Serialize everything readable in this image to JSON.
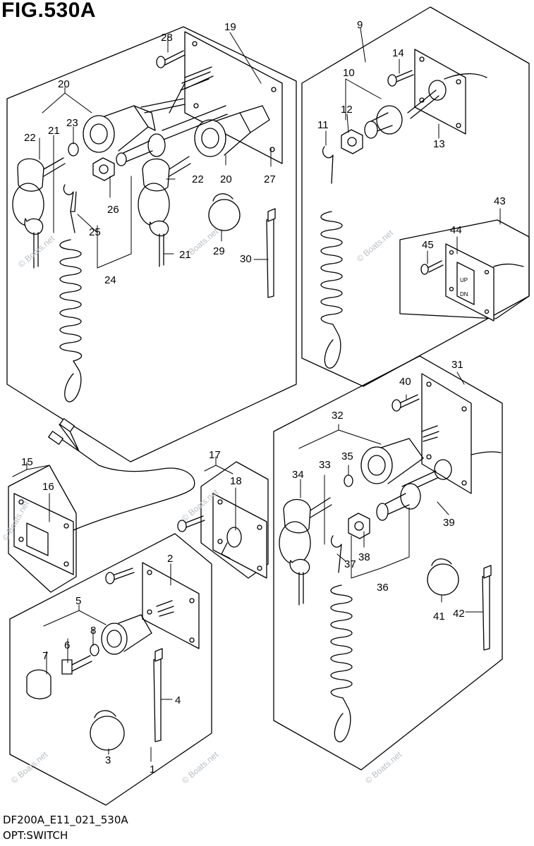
{
  "figure": {
    "title": "FIG.530A",
    "code": "DF200A_E11_021_530A",
    "name": "OPT:SWITCH"
  },
  "watermark": "© Boats.net",
  "callouts": [
    {
      "num": "1"
    },
    {
      "num": "2"
    },
    {
      "num": "3"
    },
    {
      "num": "4"
    },
    {
      "num": "5"
    },
    {
      "num": "6"
    },
    {
      "num": "7"
    },
    {
      "num": "8"
    },
    {
      "num": "9"
    },
    {
      "num": "10"
    },
    {
      "num": "11"
    },
    {
      "num": "12"
    },
    {
      "num": "13"
    },
    {
      "num": "14"
    },
    {
      "num": "15"
    },
    {
      "num": "16"
    },
    {
      "num": "17"
    },
    {
      "num": "18"
    },
    {
      "num": "19"
    },
    {
      "num": "20"
    },
    {
      "num": "20"
    },
    {
      "num": "21"
    },
    {
      "num": "21"
    },
    {
      "num": "22"
    },
    {
      "num": "22"
    },
    {
      "num": "23"
    },
    {
      "num": "24"
    },
    {
      "num": "25"
    },
    {
      "num": "26"
    },
    {
      "num": "27"
    },
    {
      "num": "28"
    },
    {
      "num": "29"
    },
    {
      "num": "30"
    },
    {
      "num": "31"
    },
    {
      "num": "32"
    },
    {
      "num": "33"
    },
    {
      "num": "34"
    },
    {
      "num": "35"
    },
    {
      "num": "36"
    },
    {
      "num": "37"
    },
    {
      "num": "38"
    },
    {
      "num": "39"
    },
    {
      "num": "40"
    },
    {
      "num": "41"
    },
    {
      "num": "42"
    },
    {
      "num": "43"
    },
    {
      "num": "44"
    },
    {
      "num": "45"
    }
  ],
  "switch_faces": {
    "up": "UP",
    "dn": "DN"
  },
  "colors": {
    "line": "#000000",
    "background": "#ffffff",
    "watermark": "#b9bec4"
  }
}
